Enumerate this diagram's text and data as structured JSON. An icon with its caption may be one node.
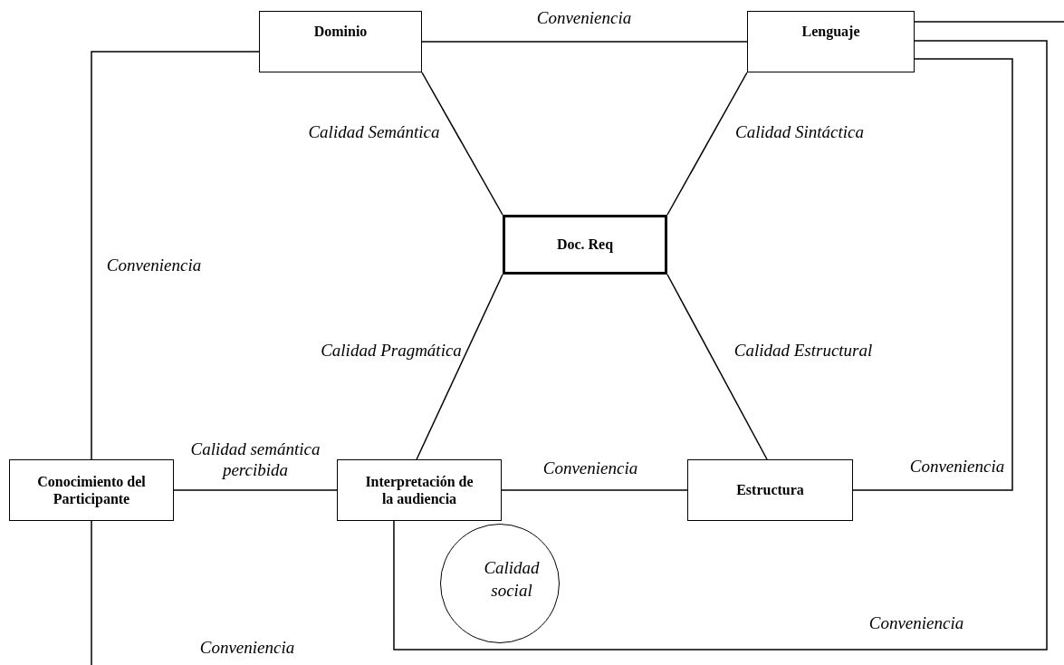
{
  "diagram": {
    "nodes": [
      {
        "text": [
          "Dominio"
        ]
      },
      {
        "text": [
          "Lenguaje"
        ]
      },
      {
        "text": [
          "Doc. Req"
        ]
      },
      {
        "text": [
          "Conocimiento del Participante"
        ]
      },
      {
        "text": [
          "Interpretación de la audiencia"
        ]
      },
      {
        "text": [
          "Estructura"
        ]
      },
      {
        "text": [
          "Calidad social"
        ]
      }
    ],
    "edges": [
      {
        "from": 0,
        "to": 1,
        "arrow": "none",
        "label": "Conveniencia"
      },
      {
        "from": 0,
        "to": 2,
        "arrow": "none",
        "label": "Calidad Semántica"
      },
      {
        "from": 1,
        "to": 2,
        "arrow": "none",
        "label": "Calidad Sintáctica"
      },
      {
        "from": 2,
        "to": 4,
        "arrow": "none",
        "label": "Calidad Pragmática"
      },
      {
        "from": 2,
        "to": 5,
        "arrow": "none",
        "label": "Calidad Estructural"
      },
      {
        "from": 3,
        "to": 4,
        "arrow": "none",
        "label": "Calidad semántica percibida"
      },
      {
        "from": 4,
        "to": 5,
        "arrow": "none",
        "label": "Conveniencia"
      },
      {
        "from": 5,
        "to": 1,
        "arrow": "none",
        "label": "Conveniencia"
      },
      {
        "from": 4,
        "to": 1,
        "arrow": "none",
        "label": "Conveniencia"
      },
      {
        "from": 0,
        "to": 3,
        "arrow": "none",
        "label": "Conveniencia"
      },
      {
        "from": 3,
        "to": null,
        "arrow": "none"
      },
      {
        "from": 1,
        "to": null,
        "arrow": "none"
      }
    ],
    "labels": [
      "Conveniencia"
    ]
  }
}
